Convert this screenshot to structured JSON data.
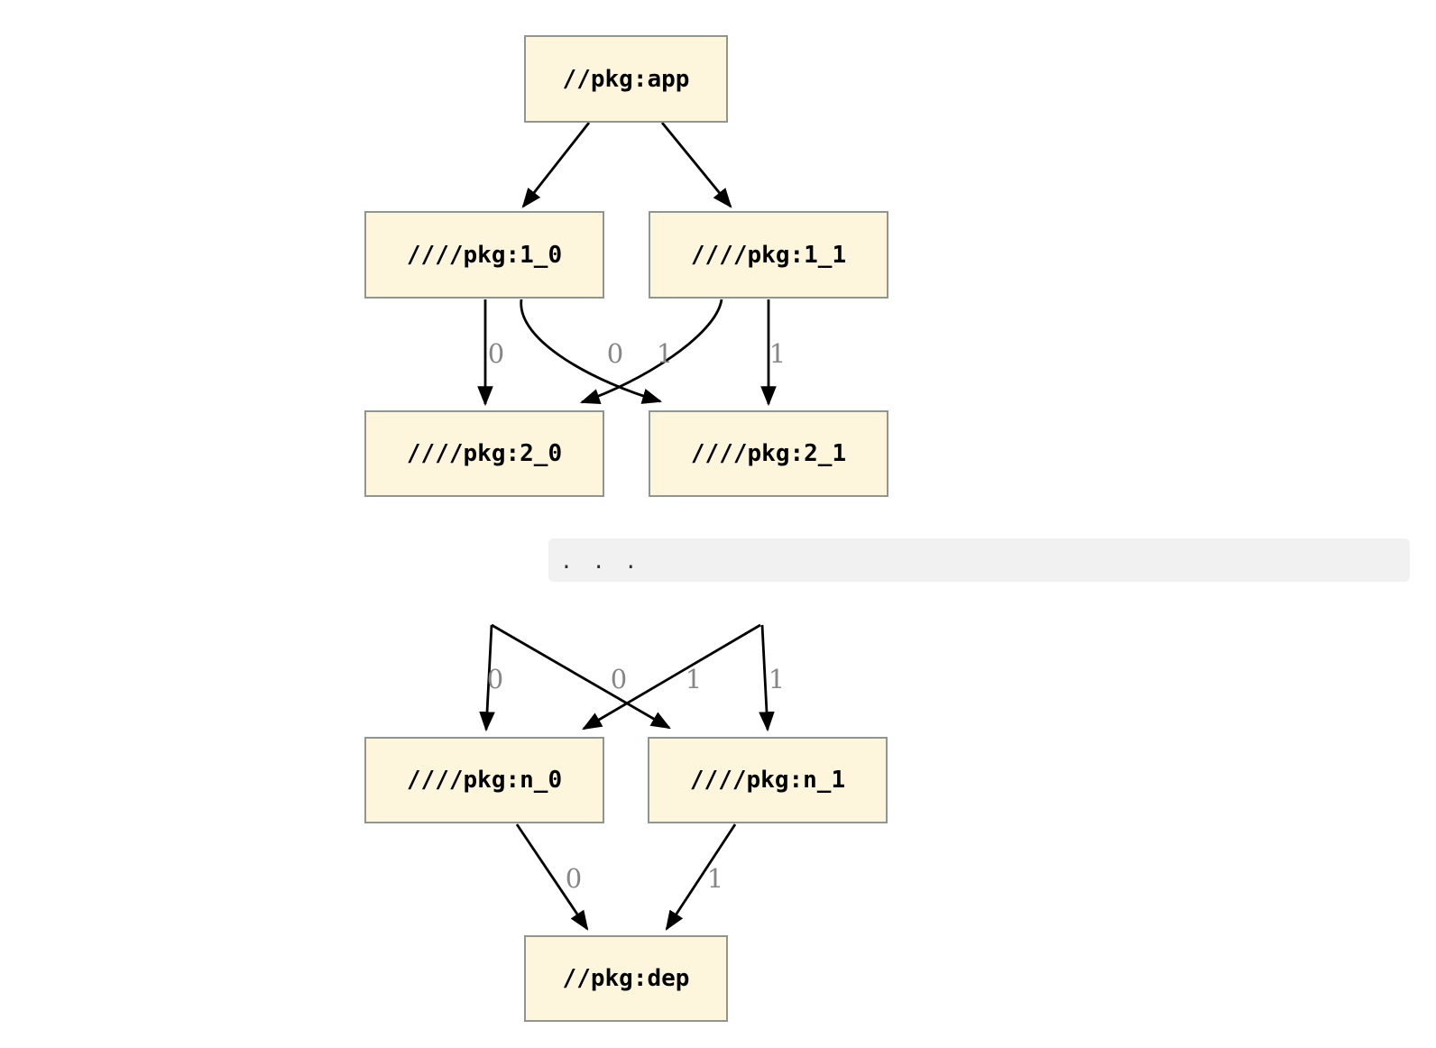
{
  "colors": {
    "page_bg": "#ffffff",
    "node_fill": "#fdf6dd",
    "node_border": "#8f958f",
    "node_text": "#000000",
    "edge": "#000000",
    "edge_label": "#868686",
    "band_bg": "#f1f1f1",
    "band_text": "#2d2d2d"
  },
  "graph": {
    "nodes": {
      "app": {
        "label": "//pkg:app"
      },
      "l1_0": {
        "label": "////pkg:1_0"
      },
      "l1_1": {
        "label": "////pkg:1_1"
      },
      "l2_0": {
        "label": "////pkg:2_0"
      },
      "l2_1": {
        "label": "////pkg:2_1"
      },
      "ln_0": {
        "label": "////pkg:n_0"
      },
      "ln_1": {
        "label": "////pkg:n_1"
      },
      "dep": {
        "label": "//pkg:dep"
      }
    },
    "edge_labels": {
      "t1": "0",
      "t2": "0",
      "t3": "1",
      "t4": "1",
      "b1": "0",
      "b2": "0",
      "b3": "1",
      "b4": "1",
      "d1": "0",
      "d2": "1"
    },
    "ellipsis": ". . ."
  }
}
